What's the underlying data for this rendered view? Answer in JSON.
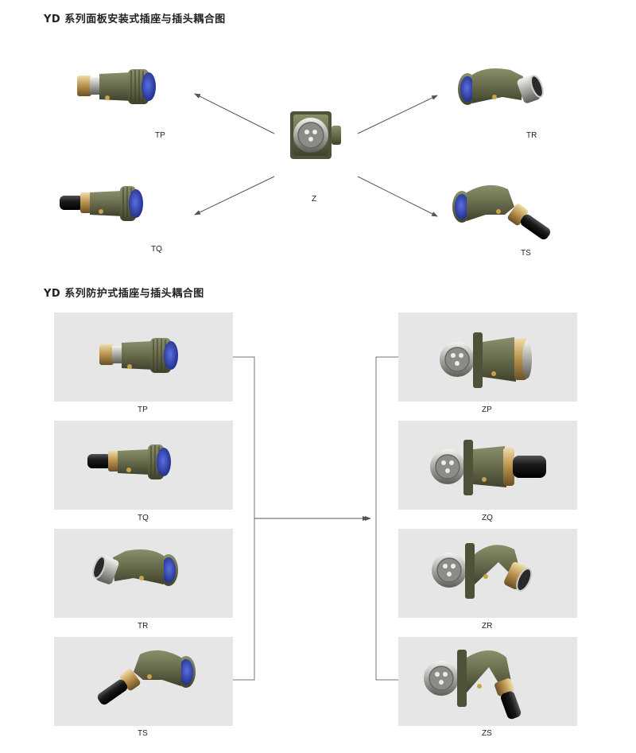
{
  "section1": {
    "title": "YD 系列面板安装式插座与插头耦合图",
    "labels": {
      "tp": "TP",
      "tq": "TQ",
      "z": "Z",
      "tr": "TR",
      "ts": "TS"
    }
  },
  "section2": {
    "title": "YD 系列防护式插座与插头耦合图",
    "left_labels": [
      "TP",
      "TQ",
      "TR",
      "TS"
    ],
    "right_labels": [
      "ZP",
      "ZQ",
      "ZR",
      "ZS"
    ]
  },
  "colors": {
    "body_olive": "#6b6f4f",
    "body_dark": "#4a4d34",
    "face_blue": "#2d3fa8",
    "chrome": "#c9c9c4",
    "brass": "#c9a45c",
    "cable": "#1b1b1b",
    "panel_bg": "#e6e6e6"
  }
}
